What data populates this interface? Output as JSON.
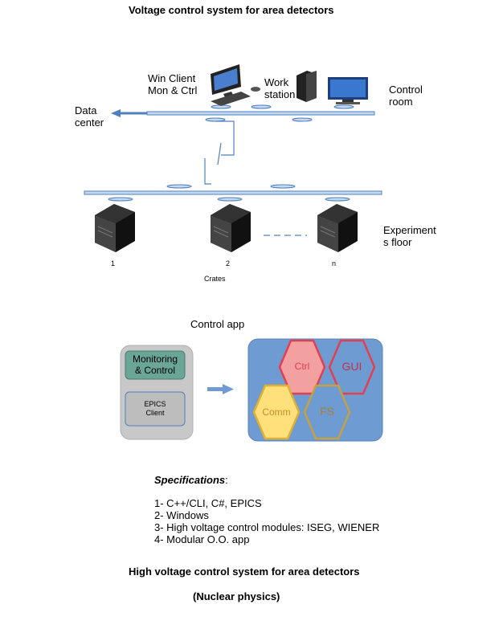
{
  "title_top": "Voltage control system for area detectors",
  "network": {
    "win_client": [
      "Win Client",
      "Mon & Ctrl"
    ],
    "workstation": [
      "Work",
      "station"
    ],
    "control_room": [
      "Control",
      "room"
    ],
    "data_center": [
      "Data",
      "center"
    ],
    "experiment_floor": [
      "Experiment",
      "s floor"
    ],
    "crates": [
      "1",
      "2",
      "n"
    ],
    "crates_label": "Crates"
  },
  "control_app": {
    "label": "Control app",
    "monitoring": [
      "Monitoring",
      "& Control"
    ],
    "epics": [
      "EPICS",
      "Client"
    ],
    "modules": [
      "Ctrl",
      "GUI",
      "Comm",
      "FS"
    ]
  },
  "specs": {
    "heading": "Specifications",
    "heading_suffix": ":",
    "items": [
      "1- C++/CLI, C#, EPICS",
      "2- Windows",
      "3- High voltage control modules: ISEG, WIENER",
      "4- Modular O.O. app"
    ]
  },
  "caption": "High voltage control system for area detectors",
  "subcaption": "(Nuclear physics)",
  "colors": {
    "bus": "#c6d9f1",
    "bus_stroke": "#4f81bd",
    "panel_blue": "#6f9bd3",
    "ctrl_fill": "#f2a0a0",
    "ctrl_stroke": "#e04050",
    "gui_fill": "#6f9bd3",
    "gui_stroke": "#e04050",
    "comm_fill": "#ffe07a",
    "comm_stroke": "#e0b030",
    "fs_fill": "#6f9bd3",
    "fs_stroke": "#c8a040",
    "monitor_fill": "#6aa596",
    "grey_panel": "#c8c8c8"
  }
}
